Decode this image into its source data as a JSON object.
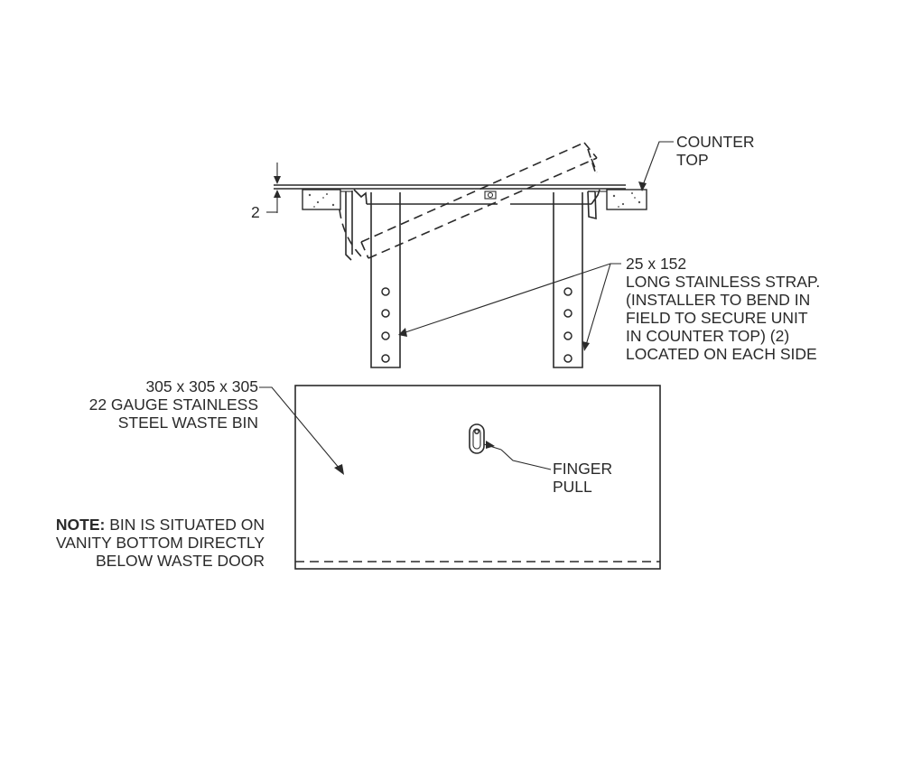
{
  "labels": {
    "counter_top": [
      "COUNTER",
      "TOP"
    ],
    "dimension_2": "2",
    "strap": [
      "25 x 152",
      "LONG STAINLESS STRAP.",
      "(INSTALLER TO BEND IN",
      "FIELD TO SECURE UNIT",
      "IN COUNTER TOP) (2)",
      "LOCATED ON EACH SIDE"
    ],
    "bin": [
      "305 x 305 x 305",
      "22 GAUGE STAINLESS",
      "STEEL WASTE BIN"
    ],
    "finger_pull": [
      "FINGER",
      "PULL"
    ],
    "note_prefix": "NOTE:",
    "note": [
      " BIN IS SITUATED ON",
      "VANITY BOTTOM DIRECTLY",
      "BELOW WASTE DOOR"
    ]
  },
  "colors": {
    "line": "#2a2a2a",
    "background": "#ffffff"
  }
}
